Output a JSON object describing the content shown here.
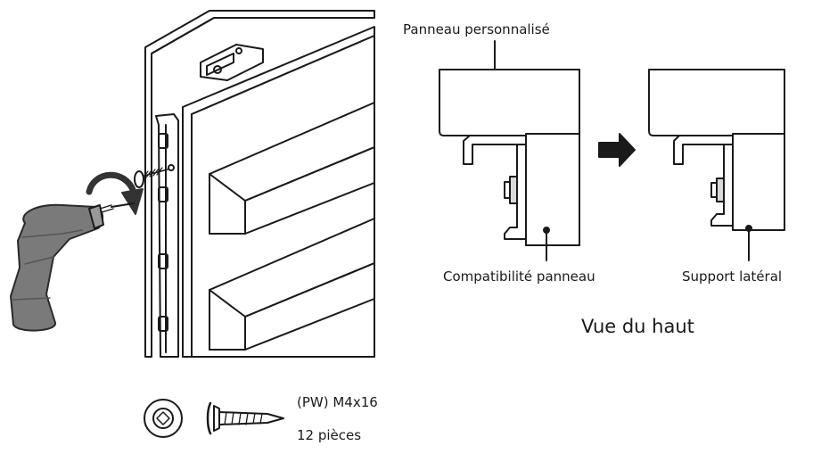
{
  "labels": {
    "custom_panel": "Panneau personnalisé",
    "panel_compat": "Compatibilité panneau",
    "side_support": "Support latéral",
    "top_view": "Vue du haut"
  },
  "screw": {
    "spec": "(PW) M4x16",
    "quantity": "12 pièces"
  },
  "icons": [
    "drill-icon",
    "rotation-arrow-icon",
    "screw-head-icon",
    "screw-side-icon",
    "step-arrow-icon"
  ],
  "colors": {
    "line": "#1a1a1a",
    "drill": "#7a7a7a",
    "bracket_shade": "#d9d9d9",
    "panel_face": "#ffffff"
  }
}
